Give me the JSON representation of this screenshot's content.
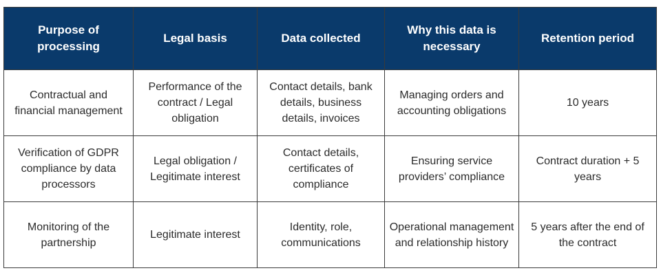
{
  "table": {
    "headers": [
      "Purpose of processing",
      "Legal basis",
      "Data collected",
      "Why this data is necessary",
      "Retention period"
    ],
    "rows": [
      [
        "Contractual and financial management",
        "Performance of the contract / Legal obligation",
        "Contact details, bank details, business details, invoices",
        "Managing orders and accounting obligations",
        "10 years"
      ],
      [
        "Verification of GDPR compliance by data processors",
        "Legal obligation / Legitimate interest",
        "Contact details, certificates of compliance",
        "Ensuring service providers’ compliance",
        "Contract duration + 5 years"
      ],
      [
        "Monitoring of the partnership",
        "Legitimate interest",
        "Identity, role, communications",
        "Operational management and relationship history",
        "5 years after the end of the contract"
      ]
    ]
  },
  "colors": {
    "header_background": "#0a3a6b",
    "header_text": "#ffffff",
    "cell_text": "#2b2b2b",
    "border": "#3a3a3a"
  }
}
